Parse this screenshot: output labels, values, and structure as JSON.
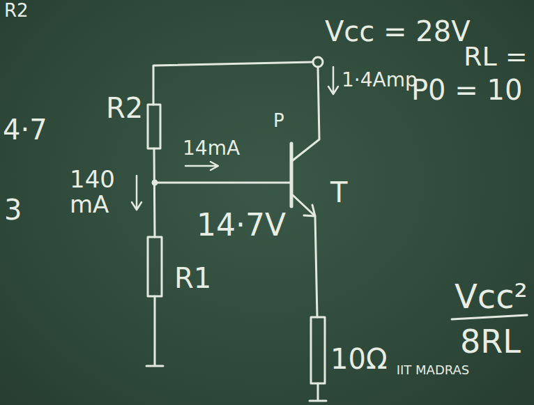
{
  "diagram": {
    "labels": [
      "R2",
      "4·7",
      "3",
      "Vcc = 28V",
      "RL =",
      "P0 = 10",
      "R2",
      "P",
      "1·4Amp",
      "14mA",
      "140 mA",
      "14·7V",
      "T",
      "R1",
      "10Ω",
      "Vcc²",
      "8RL",
      "IIT MADRAS"
    ]
  }
}
